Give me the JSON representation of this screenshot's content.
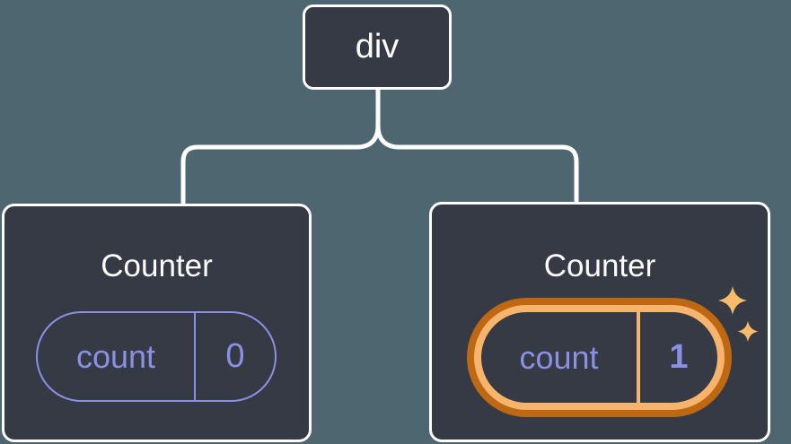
{
  "diagram": {
    "type": "component-tree",
    "background_color": "#4d6670",
    "node_fill_color": "#353a45",
    "node_border_color": "#ffffff",
    "connector_color": "#ffffff",
    "state_accent_color": "#8a90e2",
    "highlight_ring_outer_color": "#bf6814",
    "highlight_ring_inner_color": "#f7b46c",
    "sparkle_color": "#f8bb69",
    "root": {
      "label": "div"
    },
    "children": [
      {
        "title": "Counter",
        "state": {
          "key": "count",
          "value": "0"
        },
        "highlighted": false
      },
      {
        "title": "Counter",
        "state": {
          "key": "count",
          "value": "1"
        },
        "highlighted": true,
        "decoration": "sparkles"
      }
    ]
  }
}
